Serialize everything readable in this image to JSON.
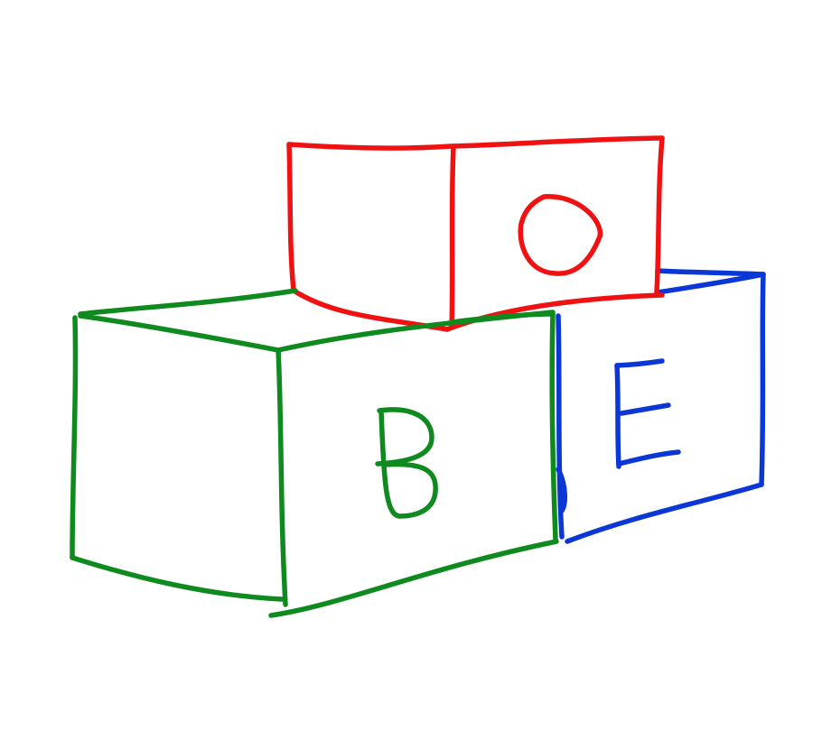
{
  "colors": {
    "background": "#ffffff",
    "green_block": "#0f8a1f",
    "blue_block": "#0b37d6",
    "red_block": "#f01212"
  },
  "blocks": {
    "green": {
      "letter": "B",
      "color_name": "green"
    },
    "blue": {
      "letter": "E",
      "color_name": "blue"
    },
    "red": {
      "letter": "O",
      "color_name": "red"
    }
  }
}
